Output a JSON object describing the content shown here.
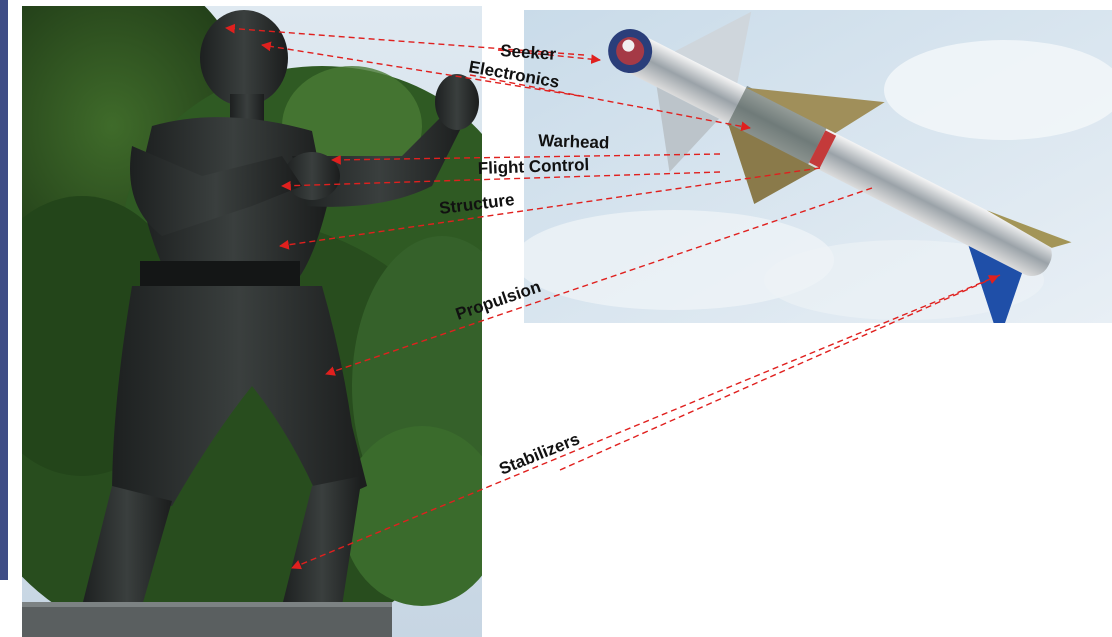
{
  "labels": {
    "seeker": "Seeker",
    "electronics": "Electronics",
    "warhead": "Warhead",
    "flight_control": "Flight Control",
    "structure": "Structure",
    "propulsion": "Propulsion",
    "stabilizers": "Stabilizers"
  },
  "colors": {
    "arrow": "#e0201e",
    "left_bar": "#3f4d86",
    "label_text": "#111111"
  }
}
